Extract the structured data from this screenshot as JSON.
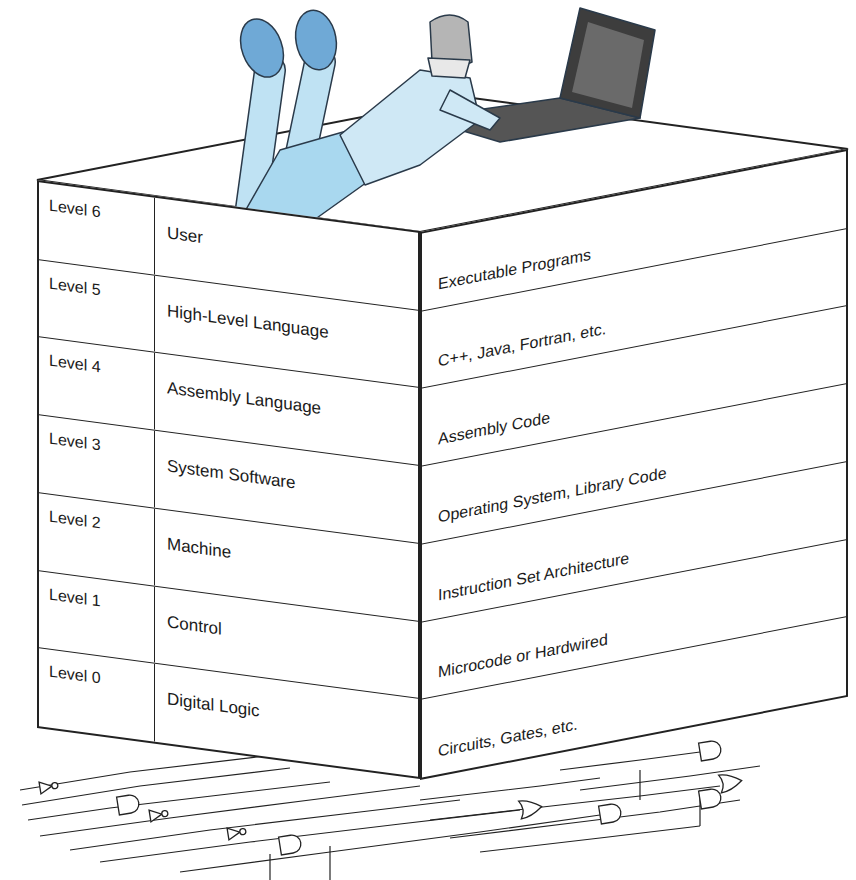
{
  "diagram": {
    "nodes": [
      {
        "text": [
          "Level 6",
          "User"
        ]
      },
      {
        "text": [
          "Executable Programs"
        ]
      },
      {
        "text": [
          "Level 5",
          "High-Level Language"
        ]
      },
      {
        "text": [
          "C++, Java, Fortran, etc."
        ]
      },
      {
        "text": [
          "Level 4",
          "Assembly Language"
        ]
      },
      {
        "text": [
          "Assembly Code"
        ]
      },
      {
        "text": [
          "Level 3",
          "System Software"
        ]
      },
      {
        "text": [
          "Operating System, Library Code"
        ]
      },
      {
        "text": [
          "Level 2",
          "Machine"
        ]
      },
      {
        "text": [
          "Instruction Set Architecture"
        ]
      },
      {
        "text": [
          "Level 1",
          "Control"
        ]
      },
      {
        "text": [
          "Microcode or Hardwired"
        ]
      },
      {
        "text": [
          "Level 0",
          "Digital Logic"
        ]
      },
      {
        "text": [
          "Circuits, Gates, etc."
        ]
      }
    ]
  }
}
